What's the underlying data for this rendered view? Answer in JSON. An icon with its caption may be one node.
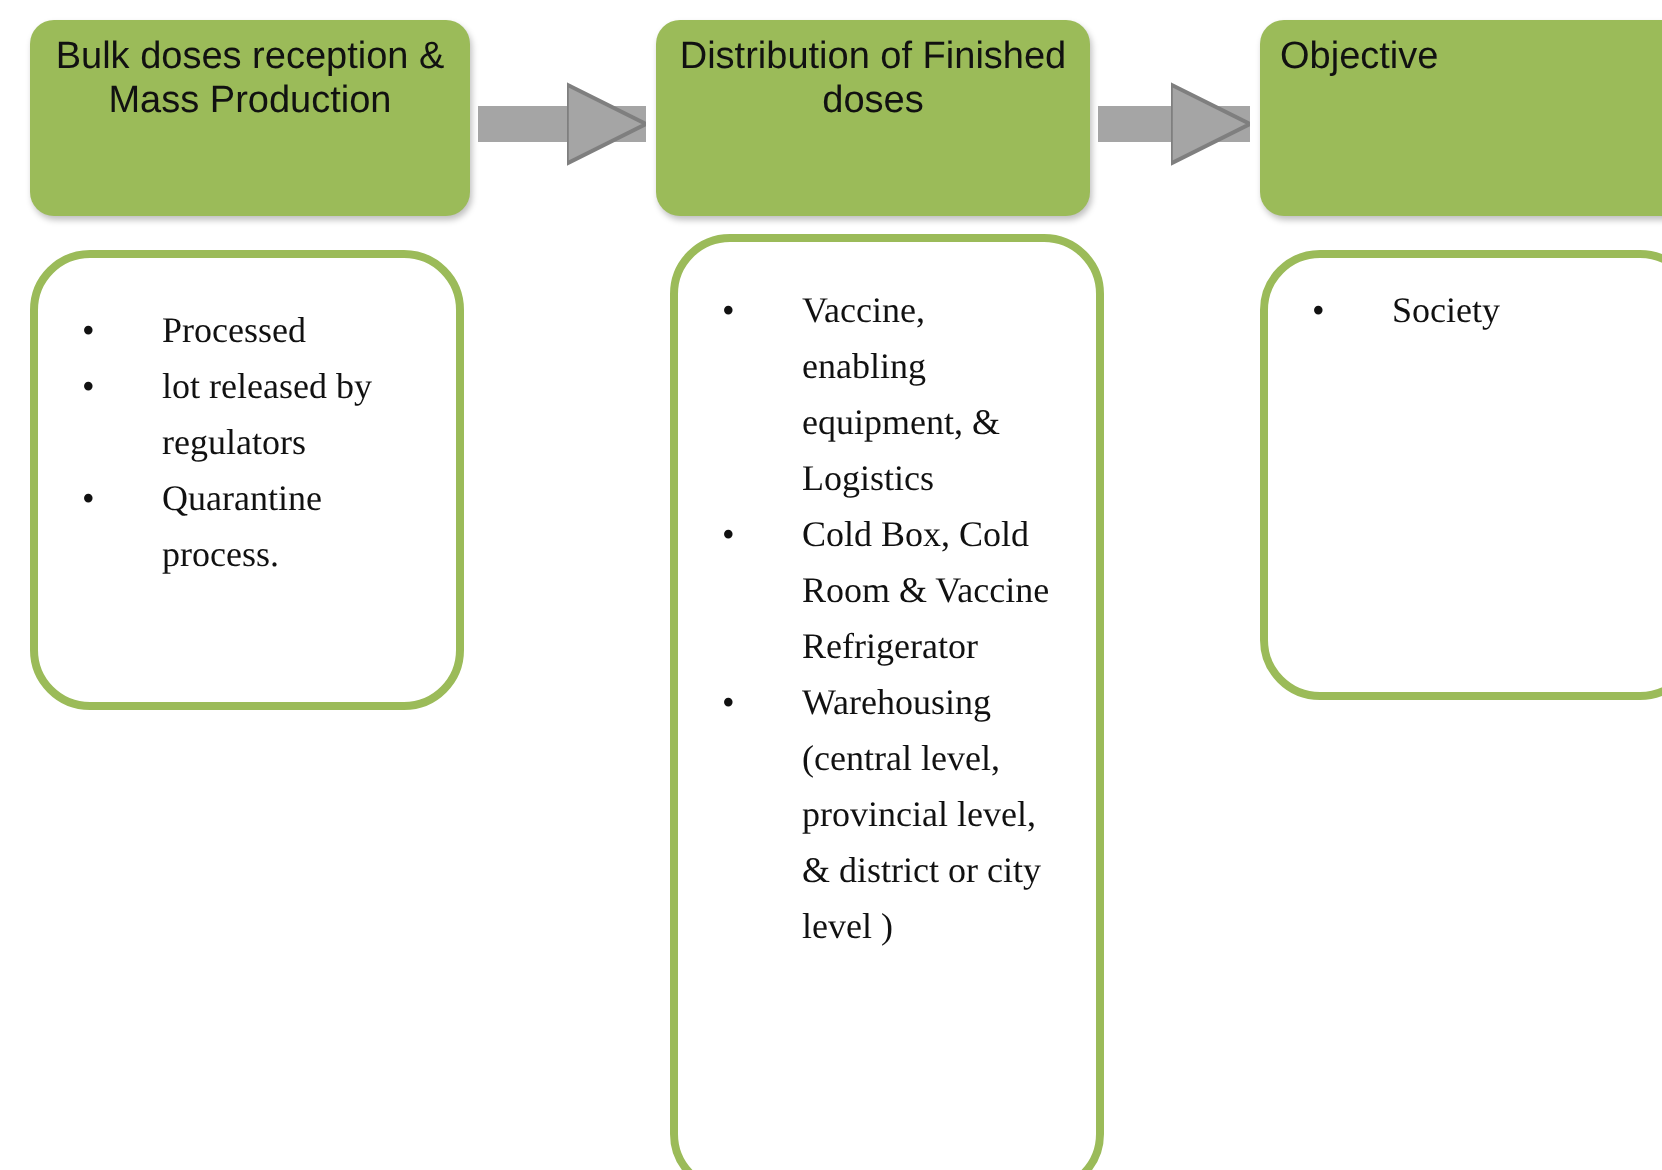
{
  "diagram": {
    "nodes": [
      {
        "text": [
          "Bulk doses reception & Mass Production"
        ]
      },
      {
        "text": [
          "•",
          "Processed",
          "•",
          "lot released by regulators",
          "•",
          "Quarantine process."
        ]
      },
      {
        "text": [
          "Distribution of Finished doses"
        ]
      },
      {
        "text": [
          "•",
          "Vaccine, enabling equipment, & Logistics",
          "•",
          "Cold Box, Cold Room & Vaccine Refrigerator",
          "•",
          "Warehousing (central level, provincial level, & district or city level )"
        ]
      },
      {
        "text": [
          "Objective"
        ]
      },
      {
        "text": [
          "•",
          "Society"
        ]
      }
    ],
    "edges": [
      {
        "from": 0,
        "to": 2,
        "arrow": "to"
      },
      {
        "from": 2,
        "to": 4,
        "arrow": "to"
      }
    ]
  }
}
